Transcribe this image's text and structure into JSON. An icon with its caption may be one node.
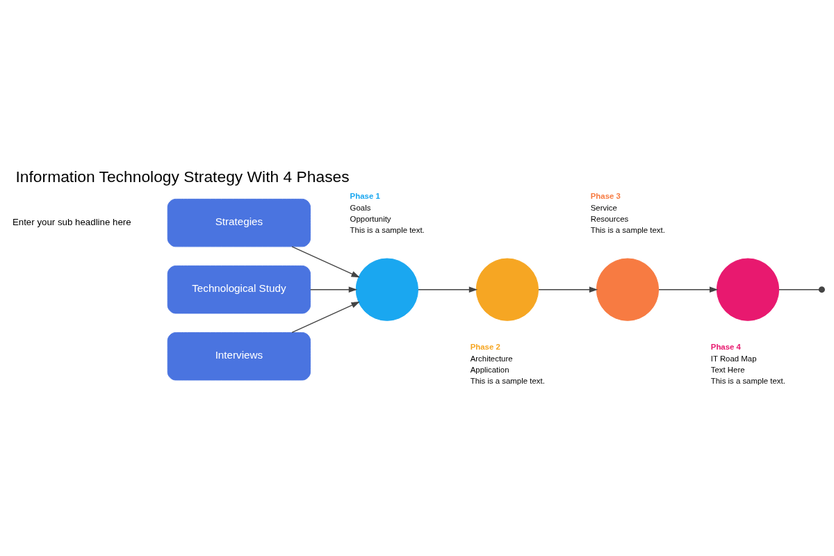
{
  "diagram": {
    "title": "Information Technology Strategy With 4 Phases",
    "nodes": [
      {
        "text": [
          "Strategies"
        ]
      },
      {
        "text": [
          "Technological Study"
        ]
      },
      {
        "text": [
          "Interviews"
        ]
      },
      {
        "text": [],
        "shape": "circle",
        "beside": [
          "Phase 1",
          "Goals",
          "Opportunity",
          "This is a sample text."
        ]
      },
      {
        "text": [],
        "shape": "circle",
        "beside": [
          "Phase 2",
          "Architecture",
          "Application",
          "This is a sample text."
        ]
      },
      {
        "text": [],
        "shape": "circle",
        "beside": [
          "Phase 3",
          "Service",
          "Resources",
          "This is a sample text."
        ]
      },
      {
        "text": [],
        "shape": "circle",
        "beside": [
          "Phase 4",
          "IT Road Map",
          "Text Here",
          "This is a sample text."
        ]
      }
    ],
    "edges": [
      {
        "from": 0,
        "to": 3,
        "arrow": "to"
      },
      {
        "from": 1,
        "to": 3,
        "arrow": "to"
      },
      {
        "from": 2,
        "to": 3,
        "arrow": "to"
      },
      {
        "from": 3,
        "to": 4,
        "arrow": "to"
      },
      {
        "from": 4,
        "to": 5,
        "arrow": "to"
      },
      {
        "from": 5,
        "to": 6,
        "arrow": "to"
      },
      {
        "from": 6,
        "to": null,
        "arrow": "other"
      }
    ],
    "labels": [
      "Enter your sub headline here"
    ]
  }
}
